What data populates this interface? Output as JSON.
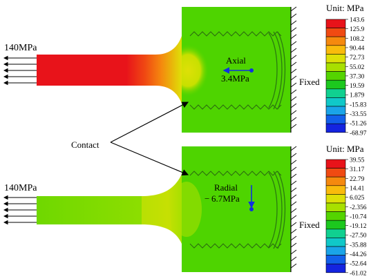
{
  "top_panel": {
    "load_label": "140MPa",
    "fixed_label": "Fixed",
    "stress_title": "Axial",
    "stress_value": "3.4MPa",
    "legend": {
      "title": "Unit: MPa",
      "ticks": [
        "143.6",
        "125.9",
        "108.2",
        "90.44",
        "72.73",
        "55.02",
        "37.30",
        "19.59",
        "1.879",
        "-15.83",
        "-33.55",
        "-51.26",
        "-68.97"
      ],
      "colors": [
        "#e8131a",
        "#f04a12",
        "#f5890e",
        "#f9bb0c",
        "#dee007",
        "#a8e000",
        "#54d400",
        "#1cc81e",
        "#10d090",
        "#10c8c8",
        "#1aa4e8",
        "#1260ea",
        "#1424e0"
      ]
    }
  },
  "bottom_panel": {
    "load_label": "140MPa",
    "fixed_label": "Fixed",
    "stress_title": "Radial",
    "stress_value": "6.7MPa",
    "stress_sign": "−",
    "legend": {
      "title": "Unit: MPa",
      "ticks": [
        "39.55",
        "31.17",
        "22.79",
        "14.41",
        "6.025",
        "-2.356",
        "-10.74",
        "-19.12",
        "-27.50",
        "-35.88",
        "-44.26",
        "-52.64",
        "-61.02"
      ],
      "colors": [
        "#e8131a",
        "#f04a12",
        "#f5890e",
        "#f9bb0c",
        "#dee007",
        "#a8e000",
        "#54d400",
        "#1cc81e",
        "#10d090",
        "#10c8c8",
        "#1aa4e8",
        "#1260ea",
        "#1424e0"
      ]
    }
  },
  "contact_label": "Contact"
}
